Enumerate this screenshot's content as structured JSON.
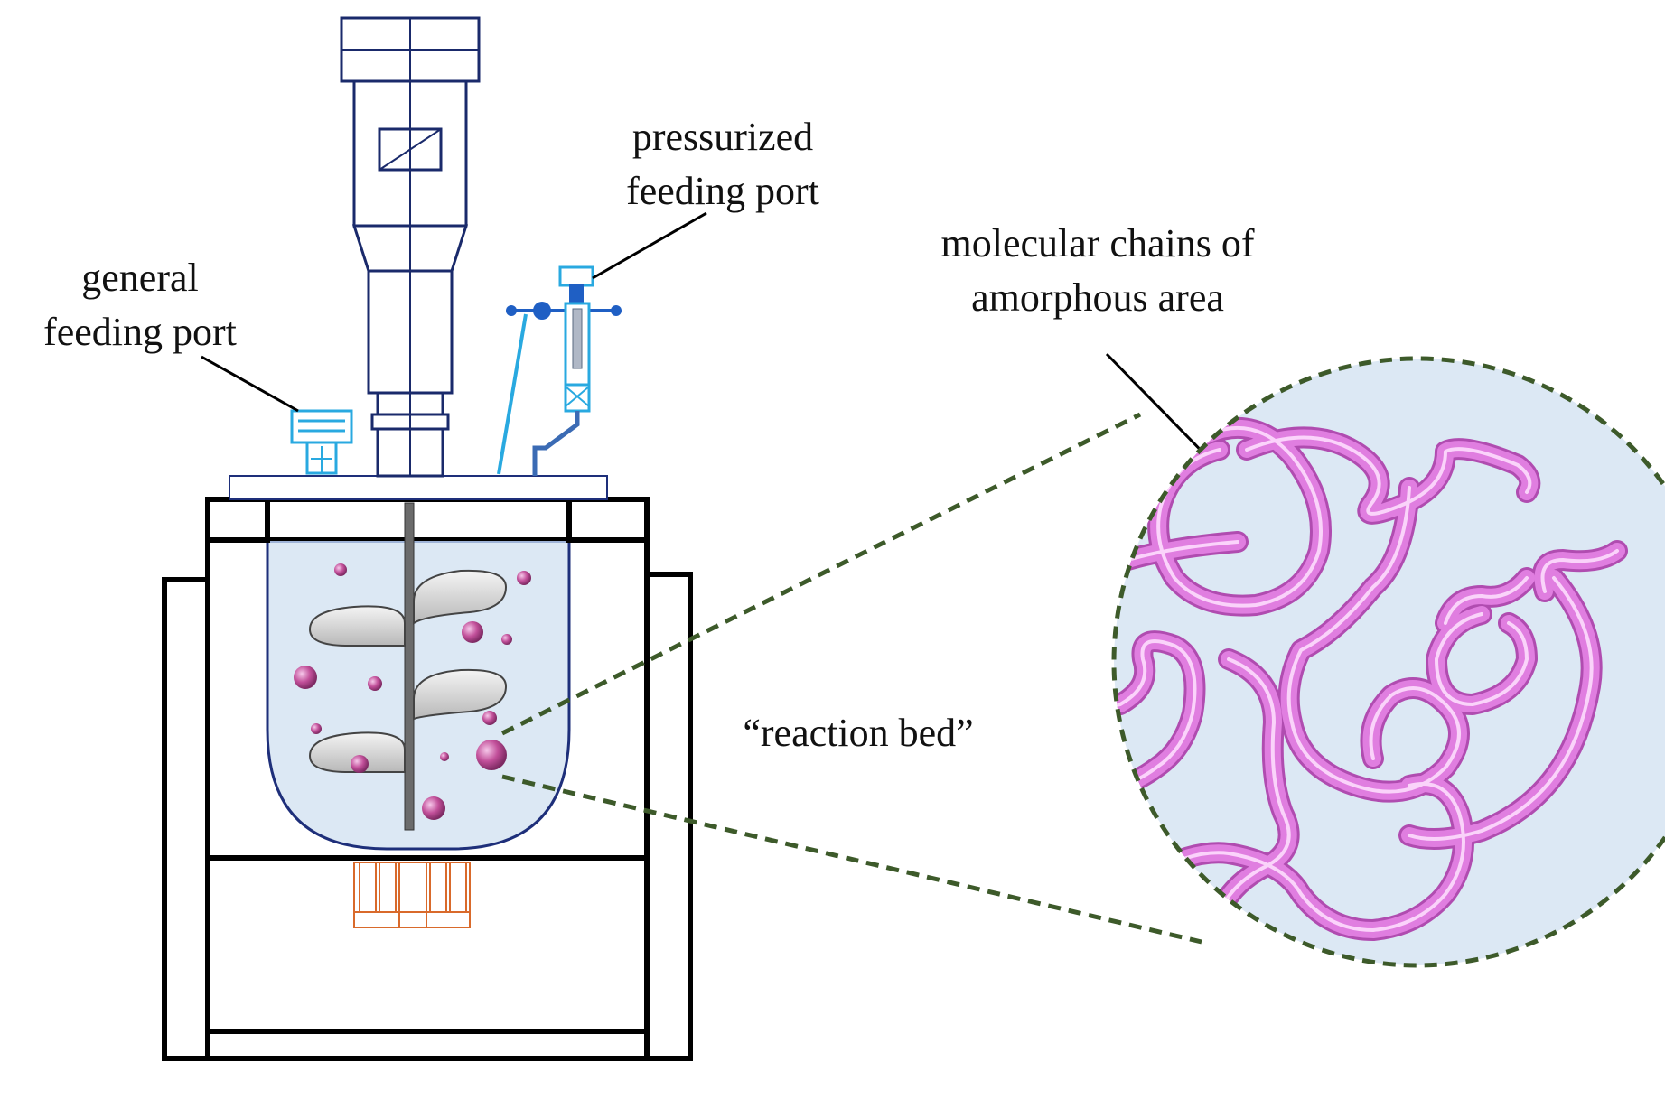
{
  "labels": {
    "general_feeding_port": [
      "general",
      "feeding port"
    ],
    "pressurized_feeding_port": [
      "pressurized",
      "feeding port"
    ],
    "molecular_chains": [
      "molecular chains of",
      "amorphous area"
    ],
    "reaction_bed": "“reaction bed”"
  },
  "colors": {
    "motor_outline": "#1a2a6b",
    "vessel_outline": "#1e2f7a",
    "liquid_fill": "#dce8f4",
    "feed_port": "#29a9e0",
    "pressure_valve": "#1f5fc4",
    "particle": "#c2509a",
    "heater": "#d96a2b",
    "zoom_border": "#3d5a2a",
    "chain": "#e07ee0"
  }
}
